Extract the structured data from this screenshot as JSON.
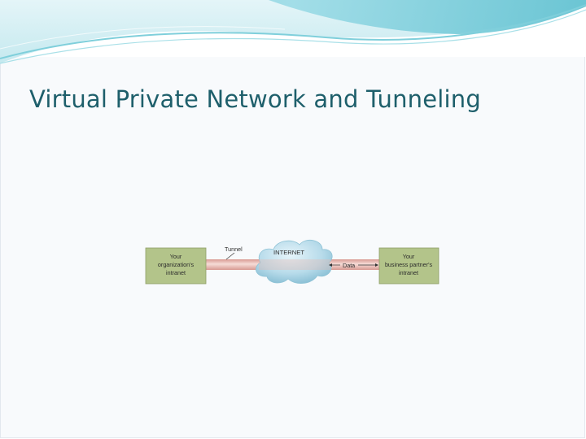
{
  "slide": {
    "title": "Virtual Private Network and Tunneling"
  },
  "diagram": {
    "left_box": {
      "line1": "Your",
      "line2": "organization's",
      "line3": "intranet"
    },
    "right_box": {
      "line1": "Your",
      "line2": "business partner's",
      "line3": "intranet"
    },
    "cloud_label": "INTERNET",
    "tunnel_label": "Tunnel",
    "data_label": "Data"
  },
  "colors": {
    "title": "#1e5f6b",
    "box_fill": "#b3c48a",
    "tunnel": "#e7b9b2",
    "cloud": "#b7dbea"
  }
}
